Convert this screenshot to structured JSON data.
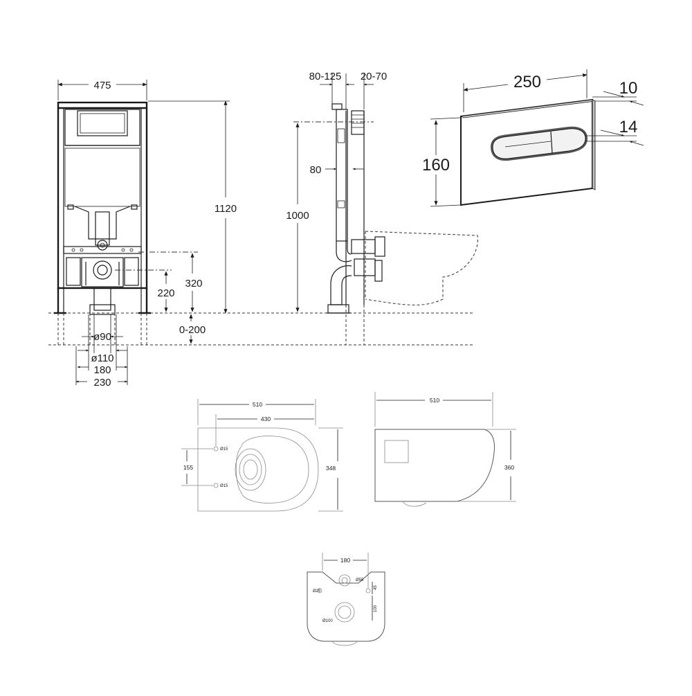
{
  "frame_front": {
    "width": "475",
    "height": "1120",
    "h320": "320",
    "h220": "220",
    "range": "0-200",
    "d90": "ø90",
    "d110": "ø110",
    "w180": "180",
    "w230": "230"
  },
  "frame_side": {
    "depth1": "80-125",
    "depth2": "20-70",
    "d80": "80",
    "h1000": "1000"
  },
  "plate": {
    "width": "250",
    "height": "160",
    "thick1": "10",
    "thick2": "14"
  },
  "bowl_top": {
    "total": "510",
    "inner": "430",
    "depth": "348",
    "bolts": "155",
    "hole1": "Ø15",
    "hole2": "Ø15"
  },
  "bowl_side": {
    "total": "510",
    "height": "360"
  },
  "bowl_back": {
    "width": "180",
    "h55": "Ø55",
    "h25": "Ø25",
    "h100": "Ø100",
    "v1": "45",
    "v2": "100"
  }
}
